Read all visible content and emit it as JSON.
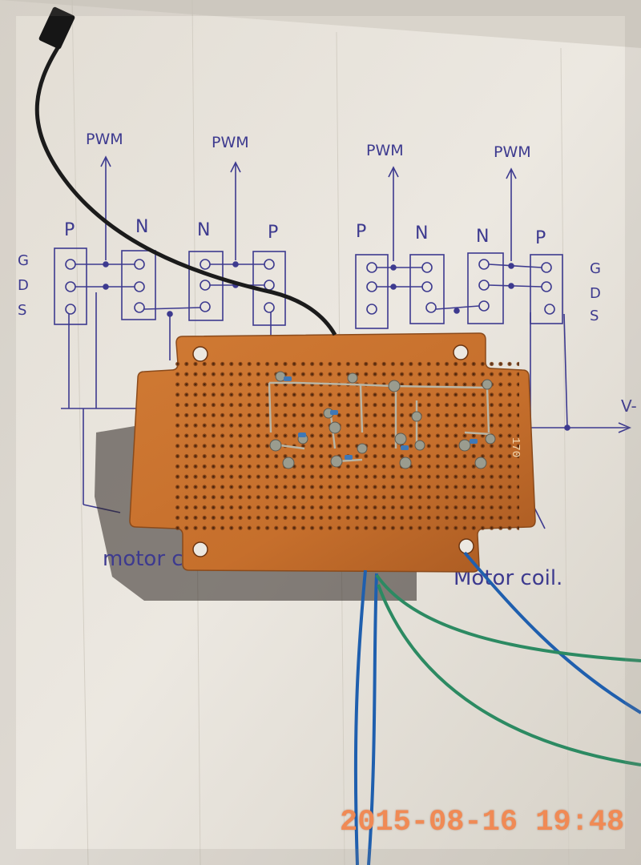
{
  "schematic": {
    "pwm_labels": [
      "PWM",
      "PWM",
      "PWM",
      "PWM"
    ],
    "transistor_types": [
      "P",
      "N",
      "N",
      "P",
      "P",
      "N",
      "N",
      "P"
    ],
    "pin_labels_left": [
      "G",
      "D",
      "S"
    ],
    "pin_labels_right": [
      "G",
      "D",
      "S"
    ],
    "rail_label": "V-",
    "motor_label_left": "motor coil",
    "motor_label_right": "Motor coil."
  },
  "board": {
    "silkscreen": "170"
  },
  "photo_timestamp": "2015-08-16 19:48",
  "colors": {
    "paper": "#ece8e1",
    "ink": "#3d3a8f",
    "pcb": "#c9722e",
    "wire_black": "#1b1b1b",
    "wire_blue": "#1f5fae",
    "wire_green": "#2c8a62",
    "timestamp": "#f08a55"
  }
}
